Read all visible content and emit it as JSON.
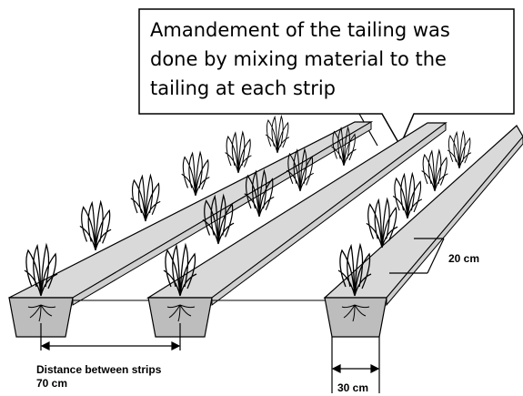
{
  "callout": {
    "lines": [
      "Amandement of the tailing was",
      "done by mixing material to the",
      "tailing at each strip"
    ]
  },
  "labels": {
    "distance_line1": "Distance between strips",
    "distance_line2": "70 cm",
    "strip_width": "30 cm",
    "plant_spacing": "20 cm"
  },
  "colors": {
    "strip_fill": "#d9d9d9",
    "trench_fill": "#bdbdbd",
    "outline": "#000000"
  }
}
